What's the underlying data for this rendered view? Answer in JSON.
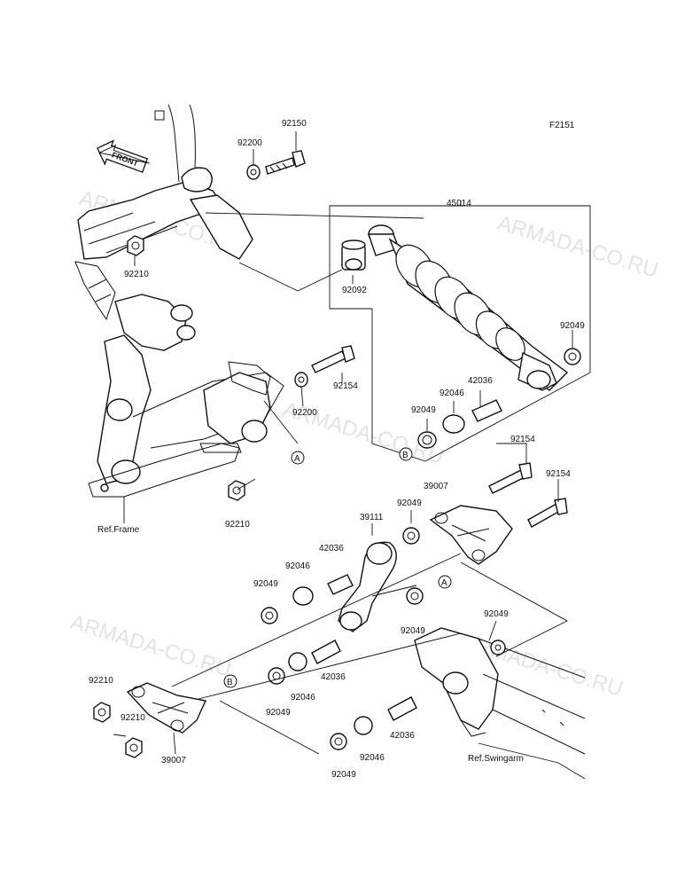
{
  "figure_code": "F2151",
  "front_badge": "FRONT",
  "watermark": "ARMADA-CO.RU",
  "refs": {
    "frame": "Ref.Frame",
    "swingarm": "Ref.Swingarm"
  },
  "callouts": {
    "a": "A",
    "b": "B"
  },
  "labels": {
    "p92150": "92150",
    "p92200_top": "92200",
    "p45014": "45014",
    "p92210_top": "92210",
    "p92092": "92092",
    "p92049_shock": "92049",
    "p92154_upper": "92154",
    "p92200_mid": "92200",
    "p42036_shock": "42036",
    "p92046_shock": "92046",
    "p92049_shock_low": "92049",
    "p92210_frame": "92210",
    "p92154_right1": "92154",
    "p92154_right2": "92154",
    "p39007_right": "39007",
    "p92049_rocker_top": "92049",
    "p39111": "39111",
    "p42036_rocker": "42036",
    "p92046_rocker": "92046",
    "p92049_rocker_left": "92049",
    "p92049_rocker_right": "92049",
    "p92049_swing": "92049",
    "p92210_left1": "92210",
    "p92210_left2": "92210",
    "p39007_left": "39007",
    "p42036_mid": "42036",
    "p92046_mid": "92046",
    "p92049_mid": "92049",
    "p42036_low": "42036",
    "p92046_low": "92046",
    "p92049_low": "92049"
  }
}
